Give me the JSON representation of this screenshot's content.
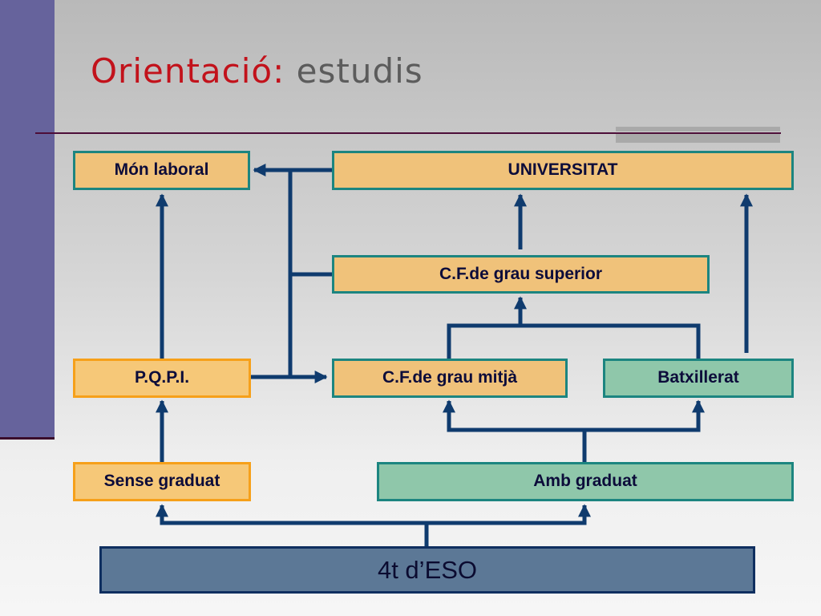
{
  "slide": {
    "title_main": "Orientació:",
    "title_sub": "estudis"
  },
  "diagram": {
    "nodes": {
      "mon_laboral": "Món laboral",
      "universitat": "UNIVERSITAT",
      "cf_superior": "C.F.de grau superior",
      "pqpi": "P.Q.P.I.",
      "cf_mitja": "C.F.de grau mitjà",
      "batxillerat": "Batxillerat",
      "sense_graduat": "Sense graduat",
      "amb_graduat": "Amb graduat",
      "eso": "4t d’ESO"
    },
    "edges": [
      [
        "eso",
        "sense_graduat"
      ],
      [
        "eso",
        "amb_graduat"
      ],
      [
        "sense_graduat",
        "pqpi"
      ],
      [
        "amb_graduat",
        "cf_mitja"
      ],
      [
        "amb_graduat",
        "batxillerat"
      ],
      [
        "pqpi",
        "mon_laboral"
      ],
      [
        "pqpi",
        "cf_mitja"
      ],
      [
        "cf_mitja",
        "cf_superior"
      ],
      [
        "batxillerat",
        "cf_superior"
      ],
      [
        "batxillerat",
        "universitat"
      ],
      [
        "cf_superior",
        "universitat"
      ],
      [
        "cf_superior",
        "mon_laboral"
      ],
      [
        "universitat",
        "mon_laboral"
      ]
    ],
    "colors": {
      "box_orange": "#f0c27a",
      "box_green": "#8fc7aa",
      "box_eso": "#5c7896",
      "connector": "#0f3b6e",
      "title_red": "#c2121b"
    }
  }
}
